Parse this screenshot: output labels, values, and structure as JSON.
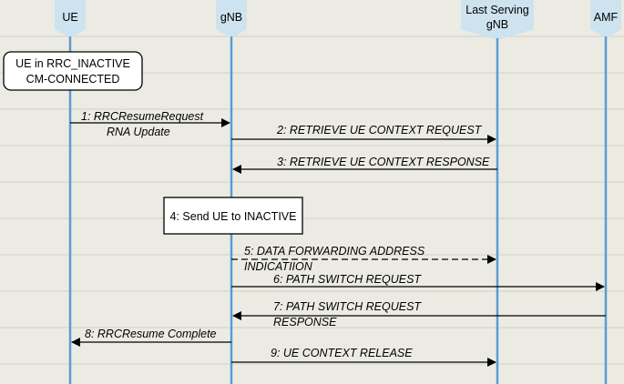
{
  "diagram": {
    "entities": {
      "ue": "UE",
      "gnb": "gNB",
      "last_serving_line1": "Last Serving",
      "last_serving_line2": "gNB",
      "amf": "AMF"
    },
    "notes": {
      "ue_state_line1": "UE in RRC_INACTIVE",
      "ue_state_line2": "CM-CONNECTED",
      "send_inactive": "4: Send UE to INACTIVE"
    },
    "messages": [
      {
        "line1": "1: RRCResumeRequest",
        "line2": "RNA Update"
      },
      {
        "line1": "2: RETRIEVE UE CONTEXT REQUEST"
      },
      {
        "line1": "3: RETRIEVE UE CONTEXT RESPONSE"
      },
      {
        "line1": "5: DATA FORWARDING ADDRESS",
        "line2": "INDICATIION"
      },
      {
        "line1": "6: PATH SWITCH REQUEST"
      },
      {
        "line1": "7: PATH SWITCH REQUEST",
        "line2": "RESPONSE"
      },
      {
        "line1": "8: RRCResume Complete"
      },
      {
        "line1": "9: UE CONTEXT RELEASE"
      }
    ],
    "colors": {
      "background": "#ecebe3",
      "lifeline": "#5b9bd5",
      "header": "#cde3ef",
      "gridline": "#d2d1c8"
    }
  }
}
